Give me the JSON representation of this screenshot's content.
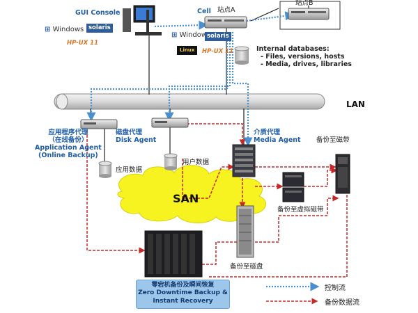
{
  "labels": {
    "gui_console": "GUI Console",
    "cell": "Cell",
    "site_a": "站点A",
    "site_b": "站点B",
    "internal_db_title": "Internal databases:",
    "internal_db_items": [
      "- Files, versions, hosts",
      "- Media, drives, libraries"
    ],
    "lan": "LAN",
    "san": "SAN",
    "app_agent_cn1": "应用程序代理",
    "app_agent_cn2": "（在线备份）",
    "app_agent_en1": "Application Agent",
    "app_agent_en2": "(Online Backup)",
    "disk_agent_cn": "磁盘代理",
    "disk_agent_en": "Disk Agent",
    "media_agent_cn": "介质代理",
    "media_agent_en": "Media Agent",
    "app_data": "应用数据",
    "user_data": "用户数据",
    "backup_tape": "备份至磁带",
    "backup_vtape": "备份至虚拟磁带",
    "backup_disk": "备份至磁盘",
    "zero_cn": "零宕机备份及瞬间恢复",
    "zero_en1": "Zero Downtime Backup &",
    "zero_en2": "Instant Recovery",
    "legend_control": "控制流",
    "legend_backup": "备份数据流"
  },
  "os_logos": {
    "windows": "Windows",
    "solaris": "solaris",
    "hpux": "HP-UX",
    "hpux_version": "11",
    "linux": "Linux"
  },
  "colors": {
    "control_flow": "#4a8fd0",
    "backup_flow": "#c62828",
    "label_blue": "#1f5fa8",
    "san_cloud": "#f7f321"
  }
}
